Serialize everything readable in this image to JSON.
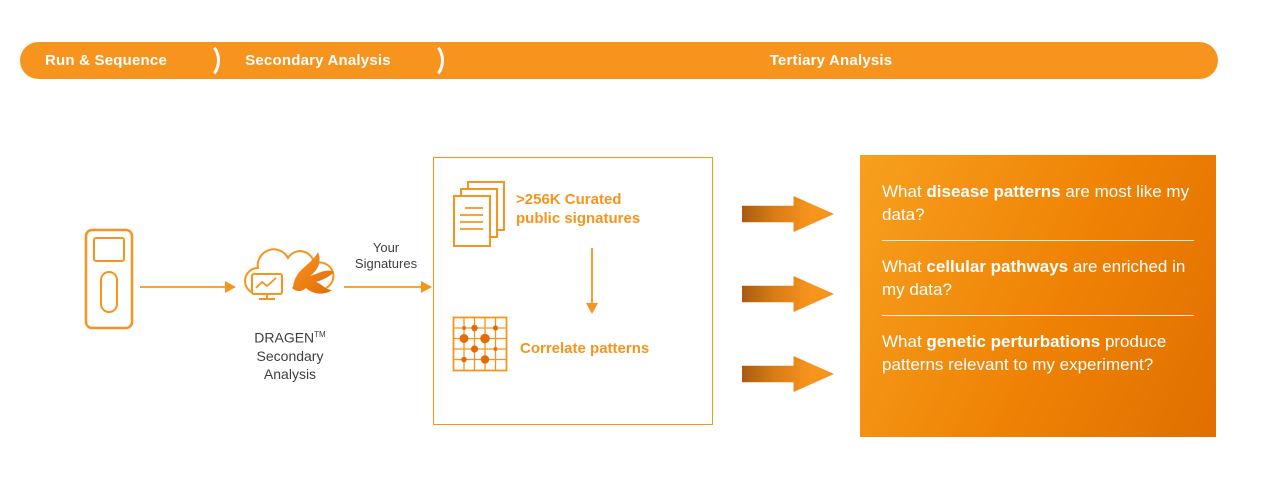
{
  "banner": {
    "items": [
      {
        "label": "Run & Sequence"
      },
      {
        "label": "Secondary Analysis"
      },
      {
        "label": "Tertiary Analysis"
      }
    ]
  },
  "pipeline": {
    "dragen": {
      "name": "DRAGEN",
      "trademark": "TM",
      "line2": "Secondary",
      "line3": "Analysis"
    },
    "your_signatures": {
      "line1": "Your",
      "line2": "Signatures"
    }
  },
  "signature_box": {
    "curated_line1": ">256K Curated",
    "curated_line2": "public signatures",
    "correlate_label": "Correlate patterns"
  },
  "questions": [
    {
      "pre": "What ",
      "bold": "disease patterns",
      "post": " are most like my data?"
    },
    {
      "pre": "What ",
      "bold": "cellular pathways",
      "post": " are enriched in my data?"
    },
    {
      "pre": "What ",
      "bold": "genetic perturbations",
      "post": " produce patterns relevant to my experiment?"
    }
  ],
  "colors": {
    "primary_orange": "#F7941E",
    "deep_orange": "#E36C0A",
    "text_dark": "#3F3F3F",
    "white": "#FFFFFF"
  }
}
